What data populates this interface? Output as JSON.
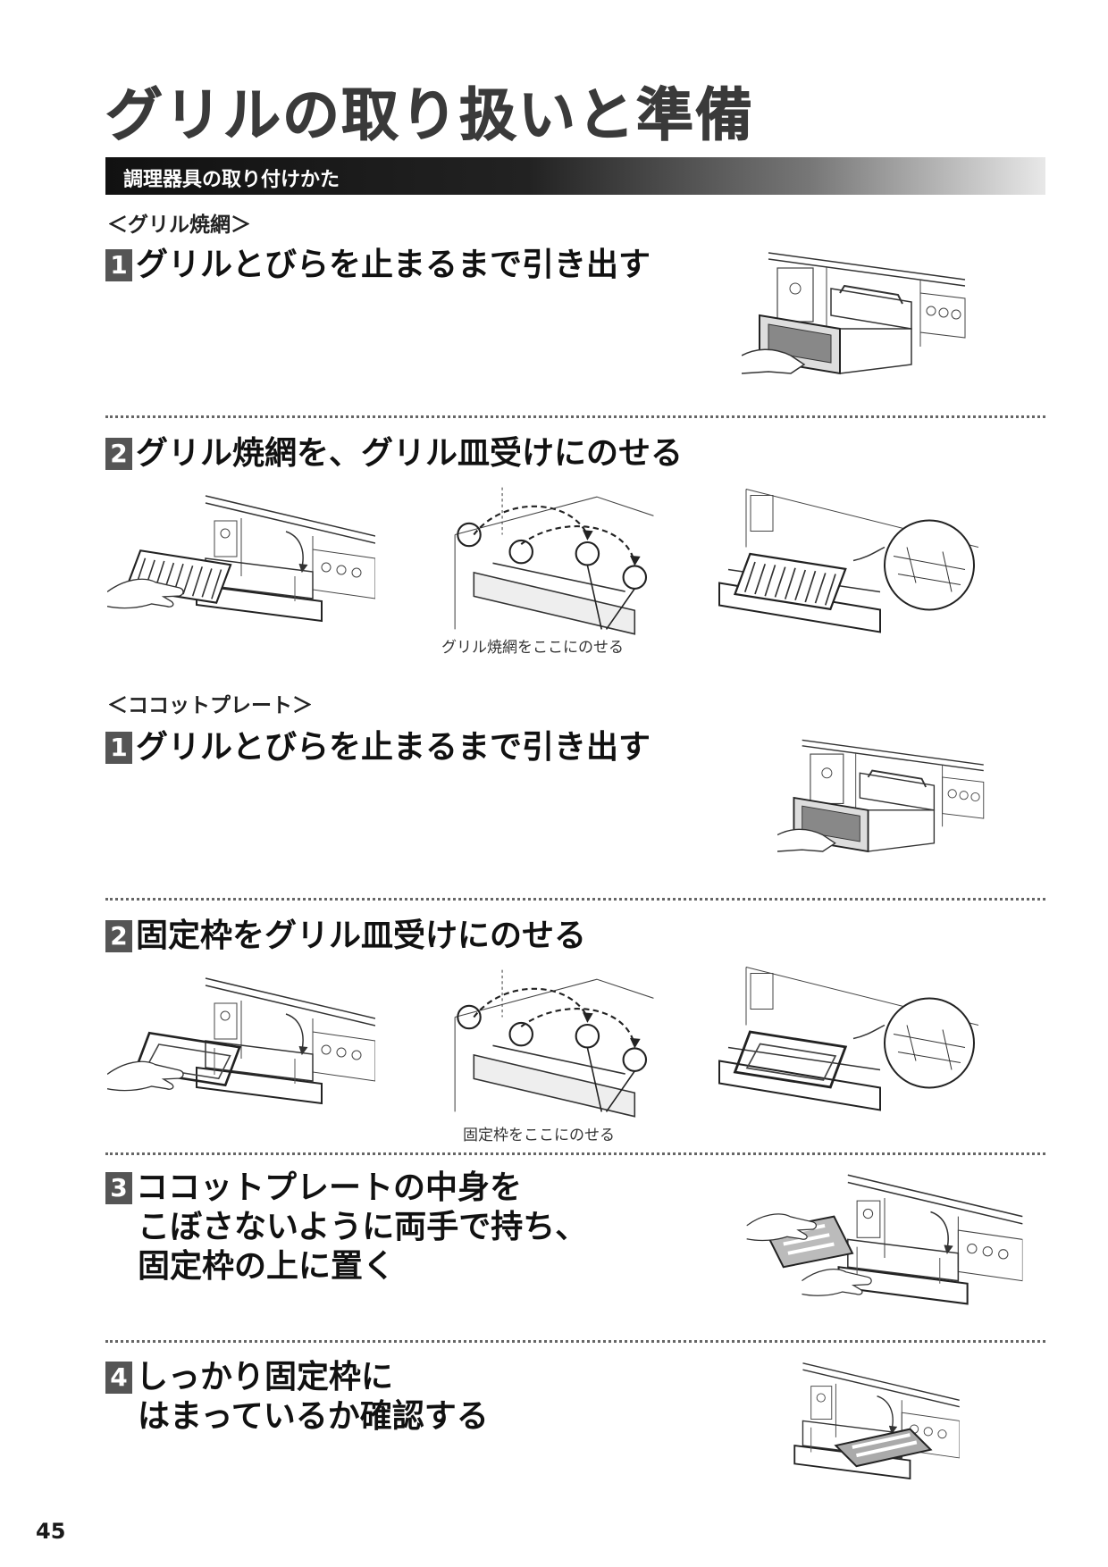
{
  "page": {
    "title": "グリルの取り扱いと準備",
    "section_label": "調理器具の取り付けかた",
    "page_number": "45"
  },
  "grill_net": {
    "heading": "＜グリル焼網＞",
    "step1": {
      "num": "1",
      "text": "グリルとびらを止まるまで引き出す"
    },
    "step2": {
      "num": "2",
      "text": "グリル焼網を、グリル皿受けにのせる"
    },
    "caption": "グリル焼網をここにのせる"
  },
  "cocotte": {
    "heading": "＜ココットプレート＞",
    "step1": {
      "num": "1",
      "text": "グリルとびらを止まるまで引き出す"
    },
    "step2": {
      "num": "2",
      "text": "固定枠をグリル皿受けにのせる"
    },
    "caption": "固定枠をここにのせる",
    "step3": {
      "num": "3",
      "line1": "ココットプレートの中身を",
      "line2": "こぼさないように両手で持ち、",
      "line3": "固定枠の上に置く"
    },
    "step4": {
      "num": "4",
      "line1": "しっかり固定枠に",
      "line2": "はまっているか確認する"
    }
  },
  "colors": {
    "bar_dark": "#111111",
    "step_number_box": "#555555"
  }
}
